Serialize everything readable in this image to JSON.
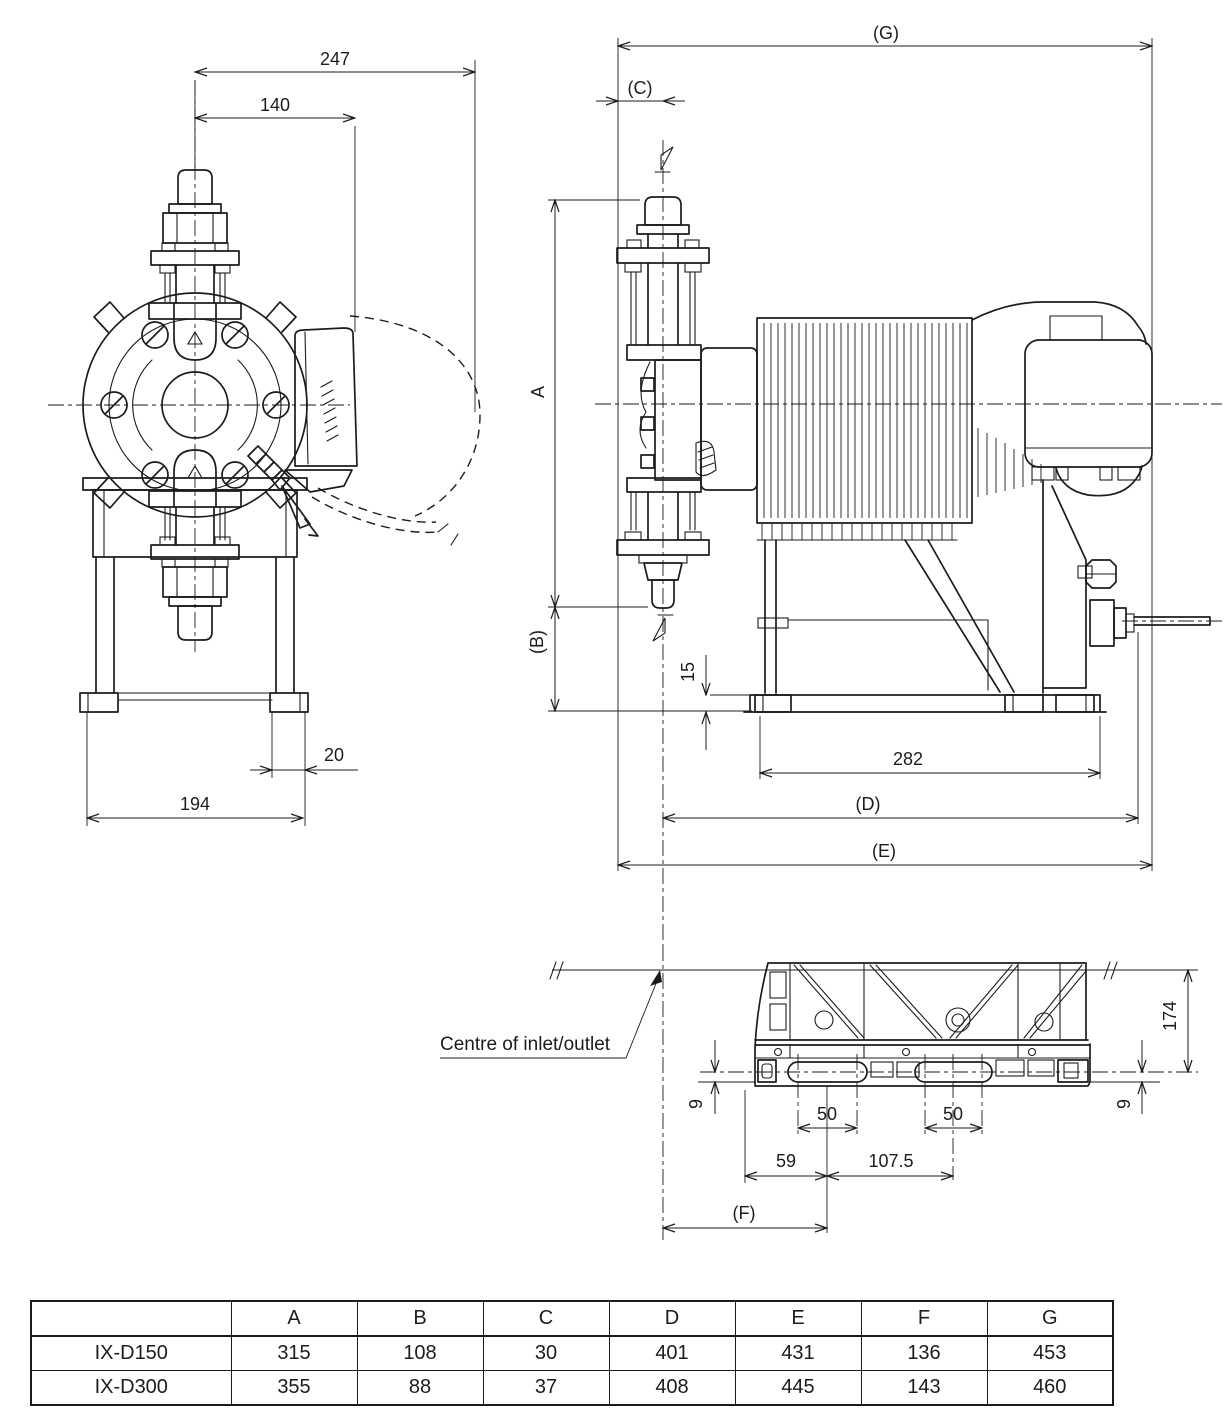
{
  "front_view": {
    "dim_247": "247",
    "dim_140": "140",
    "dim_20": "20",
    "dim_194": "194"
  },
  "side_view": {
    "dim_G": "(G)",
    "dim_C": "(C)",
    "dim_A": "A",
    "dim_B": "(B)",
    "dim_15": "15",
    "dim_282": "282",
    "dim_D": "(D)",
    "dim_E": "(E)"
  },
  "bottom_view": {
    "note": "Centre of inlet/outlet",
    "dim_174": "174",
    "dim_9_left": "9",
    "dim_9_right": "9",
    "dim_50_left": "50",
    "dim_50_right": "50",
    "dim_59": "59",
    "dim_107_5": "107.5",
    "dim_F": "(F)"
  },
  "table": {
    "headers": [
      "",
      "A",
      "B",
      "C",
      "D",
      "E",
      "F",
      "G"
    ],
    "rows": [
      {
        "model": "IX-D150",
        "values": [
          "315",
          "108",
          "30",
          "401",
          "431",
          "136",
          "453"
        ]
      },
      {
        "model": "IX-D300",
        "values": [
          "355",
          "88",
          "37",
          "408",
          "445",
          "143",
          "460"
        ]
      }
    ]
  },
  "colors": {
    "line": "#1c1c1c",
    "background": "#ffffff"
  }
}
